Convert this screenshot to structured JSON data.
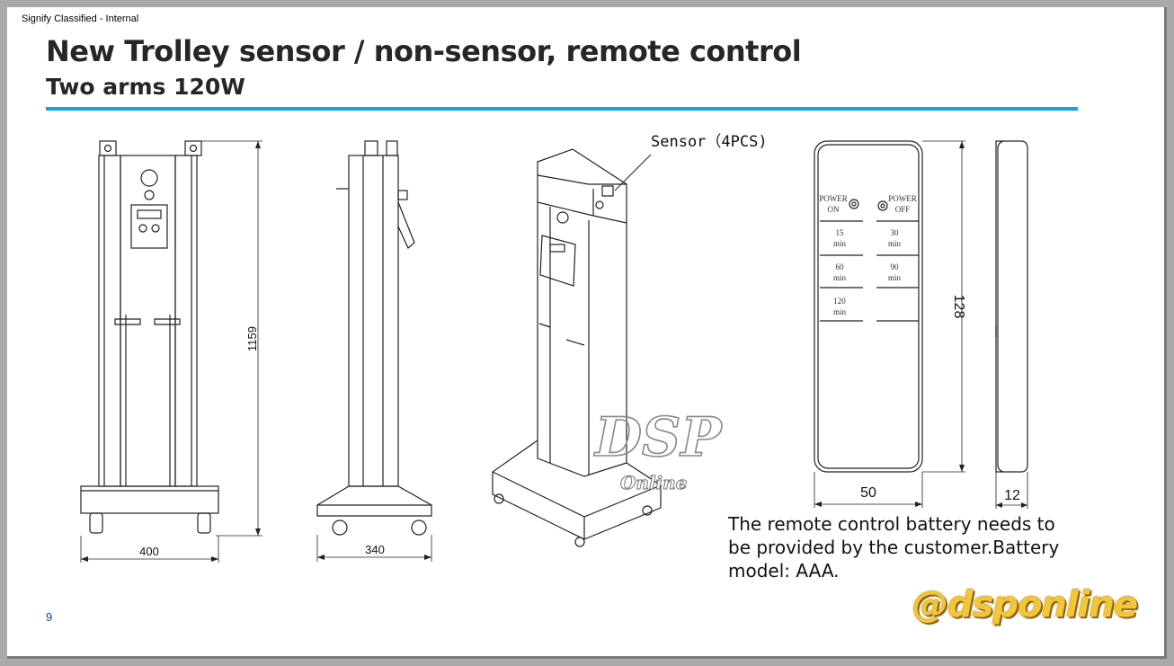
{
  "classification": "Signify Classified - Internal",
  "title": "New Trolley sensor / non-sensor, remote control",
  "subtitle": "Two arms 120W",
  "page_number": "9",
  "front_view": {
    "height_dim": "1159",
    "width_dim": "400"
  },
  "side_view": {
    "width_dim": "340"
  },
  "iso_view": {
    "sensor_label": "Sensor（4PCS)"
  },
  "remote": {
    "buttons": [
      {
        "line1": "POWER",
        "line2": "ON"
      },
      {
        "line1": "POWER",
        "line2": "OFF"
      },
      {
        "line1": "15",
        "line2": "min"
      },
      {
        "line1": "30",
        "line2": "min"
      },
      {
        "line1": "60",
        "line2": "min"
      },
      {
        "line1": "90",
        "line2": "min"
      },
      {
        "line1": "120",
        "line2": "min"
      }
    ],
    "height_dim": "128",
    "width_dim": "50",
    "depth_dim": "12"
  },
  "note": "The remote control battery needs to be provided by the customer.Battery model: AAA.",
  "watermark": {
    "logo_main": "DSP",
    "logo_sub": "Online",
    "handle": "@dsponline"
  },
  "colors": {
    "accent_rule": "#1ba1dc",
    "page_number": "#1f3ea8",
    "watermark_gold": "#f1c63a"
  }
}
